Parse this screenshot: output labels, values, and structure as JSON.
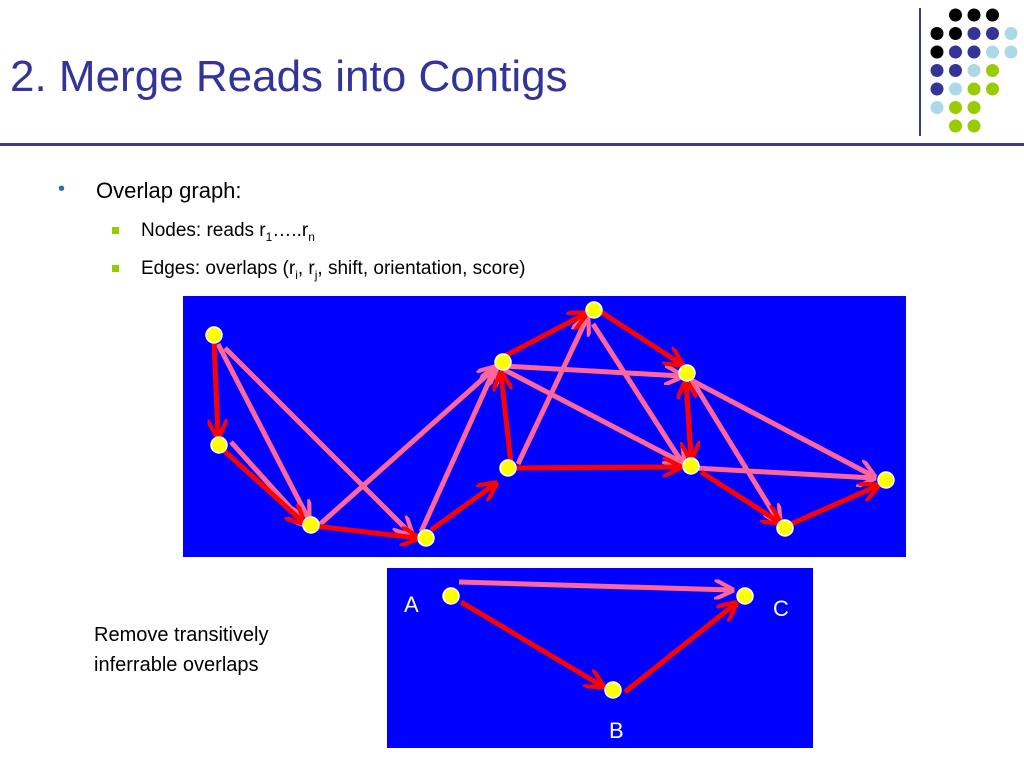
{
  "title": "2. Merge Reads into Contigs",
  "bullet": {
    "marker": "•",
    "text": "Overlap graph:"
  },
  "sub_bullets": [
    {
      "prefix": "Nodes: reads r",
      "sub1": "1",
      "mid": "…..r",
      "sub2": "n",
      "suffix": ""
    },
    {
      "prefix": "Edges: overlaps (r",
      "sub1": "i",
      "mid": ", r",
      "sub2": "j",
      "suffix": ", shift, orientation, score)"
    }
  ],
  "note": [
    "Remove transitively",
    "inferrable overlaps"
  ],
  "small_graph_labels": {
    "a": "A",
    "b": "B",
    "c": "C"
  },
  "colors": {
    "title": "#333399",
    "figure_bg": "#0000ff",
    "node": "#ffff00",
    "edge_strong": "#ff0000",
    "edge_transitive": "#ff6699",
    "dots": [
      "#000000",
      "#333399",
      "#add8e6",
      "#99cc00"
    ]
  }
}
